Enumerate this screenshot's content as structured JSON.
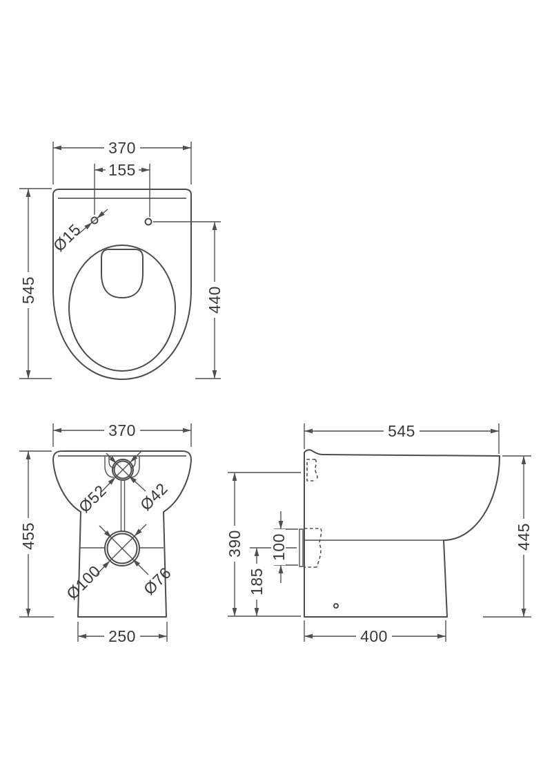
{
  "drawing": {
    "product": "back-to-wall toilet pan technical drawing",
    "colors": {
      "line": "#4b4b4b",
      "dimension_line": "#4f4f4f",
      "text": "#383838",
      "background": "#ffffff"
    }
  },
  "views": {
    "plan": {
      "labels": {
        "width": "370",
        "fixing_centres": "155",
        "depth": "545",
        "fixing_to_front": "440",
        "fixing_hole_dia": "Ø15"
      }
    },
    "front": {
      "labels": {
        "width": "370",
        "height": "455",
        "base_width": "250",
        "hinge_outer_dia": "Ø52",
        "hinge_inner_dia": "Ø42",
        "outlet_outer_dia": "Ø100",
        "outlet_inner_dia": "Ø76"
      }
    },
    "side": {
      "labels": {
        "depth": "545",
        "height": "445",
        "back_height": "390",
        "outlet_centre_height": "185",
        "outlet_dia": "100",
        "base_depth": "400"
      }
    }
  }
}
